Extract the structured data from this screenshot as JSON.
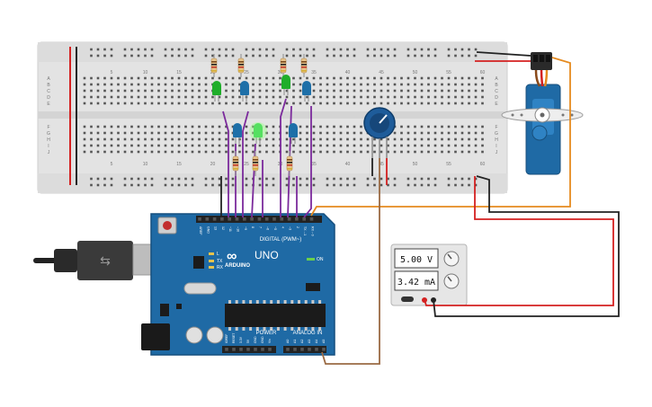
{
  "breadboard": {
    "column_numbers": [
      "5",
      "10",
      "15",
      "20",
      "25",
      "30",
      "35",
      "40",
      "45",
      "50",
      "55",
      "60"
    ],
    "row_letters_top": [
      "A",
      "B",
      "C",
      "D",
      "E"
    ],
    "row_letters_bottom": [
      "F",
      "G",
      "H",
      "I",
      "J"
    ]
  },
  "arduino": {
    "brand": "ARDUINO",
    "model": "UNO",
    "digital_header_label": "DIGITAL (PWM~)",
    "power_label": "POWER",
    "analog_label": "ANALOG IN",
    "on_label": "ON",
    "tx_label": "TX",
    "rx_label": "RX",
    "l_label": "L",
    "digital_pins": [
      "AREF",
      "GND",
      "13",
      "12",
      "~11",
      "~10",
      "~9",
      "8",
      "7",
      "~6",
      "~5",
      "4",
      "~3",
      "2",
      "TX→1",
      "RX←0"
    ],
    "power_pins": [
      "IOREF",
      "RESET",
      "3.3V",
      "5V",
      "GND",
      "GND",
      "Vin"
    ],
    "analog_pins": [
      "A0",
      "A1",
      "A2",
      "A3",
      "A4",
      "A5"
    ]
  },
  "power_supply": {
    "voltage": "5.00 V",
    "current": "3.42 mA"
  },
  "colors": {
    "board_blue": "#1f6aa5",
    "wire_purple": "#7b2a9c",
    "wire_red": "#d42020",
    "wire_black": "#222222",
    "wire_orange": "#e58a1f",
    "wire_brown": "#9a6a43",
    "led_green": "#1fae2a",
    "led_blue": "#1d6fa8",
    "pot_blue": "#1e5c9a"
  }
}
